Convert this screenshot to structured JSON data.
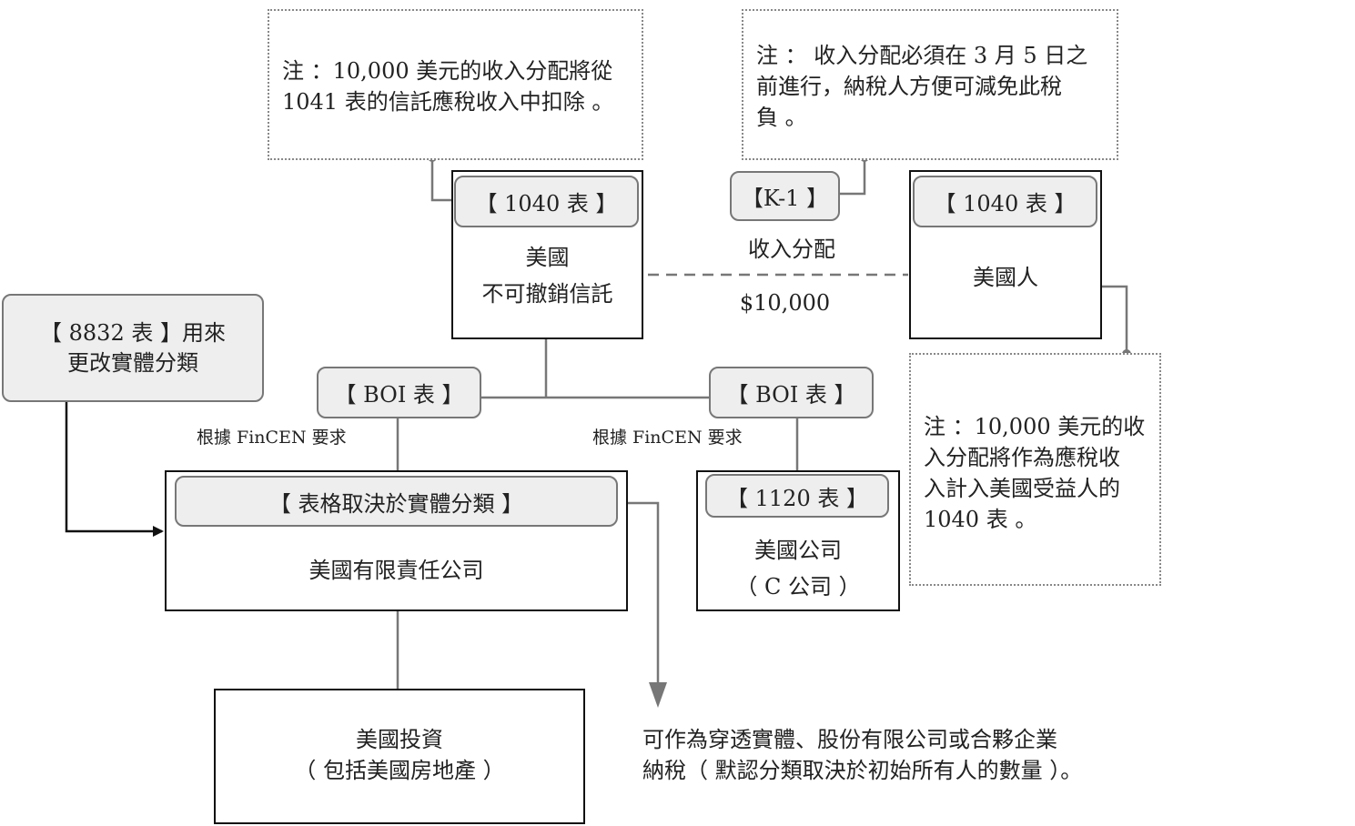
{
  "notes": {
    "trust_deduction": [
      "注 ：10,000 美元的收入分配將從",
      "1041 表的信託應稅收入中扣除 。"
    ],
    "deadline": [
      "注 ： 收入分配必須在 3 月 5 日之",
      "前進行，納稅人方便可減免此稅",
      "負 。"
    ],
    "beneficiary": [
      "注 ：10,000 美元的收",
      "入分配將作為應稅收",
      "入計入美國受益人的",
      "1040 表 。"
    ]
  },
  "trust": {
    "tag": "【 1040 表 】",
    "name": [
      "美國",
      "不可撤銷信託"
    ]
  },
  "k1": {
    "tag": "【K-1 】",
    "caption": "收入分配",
    "amount": "$10,000"
  },
  "person": {
    "tag": "【 1040 表 】",
    "name": "美國人"
  },
  "form8832": {
    "lines": [
      "【 8832 表 】用來",
      "更改實體分類"
    ]
  },
  "boi_left": {
    "tag": "【 BOI 表 】",
    "caption": "根據 FinCEN 要求"
  },
  "boi_right": {
    "tag": "【 BOI 表 】",
    "caption": "根據 FinCEN 要求"
  },
  "llc": {
    "tag": "【 表格取決於實體分類 】",
    "name": "美國有限責任公司"
  },
  "corp": {
    "tag": "【 1120 表 】",
    "name": [
      "美國公司",
      "（ C 公司 ）"
    ]
  },
  "investment": {
    "name": [
      "美國投資",
      "（ 包括美國房地產 ）"
    ]
  },
  "classification_note": [
    "可作為穿透實體、股份有限公司或合夥企業",
    "納稅（ 默認分類取決於初始所有人的數量 ）。"
  ]
}
